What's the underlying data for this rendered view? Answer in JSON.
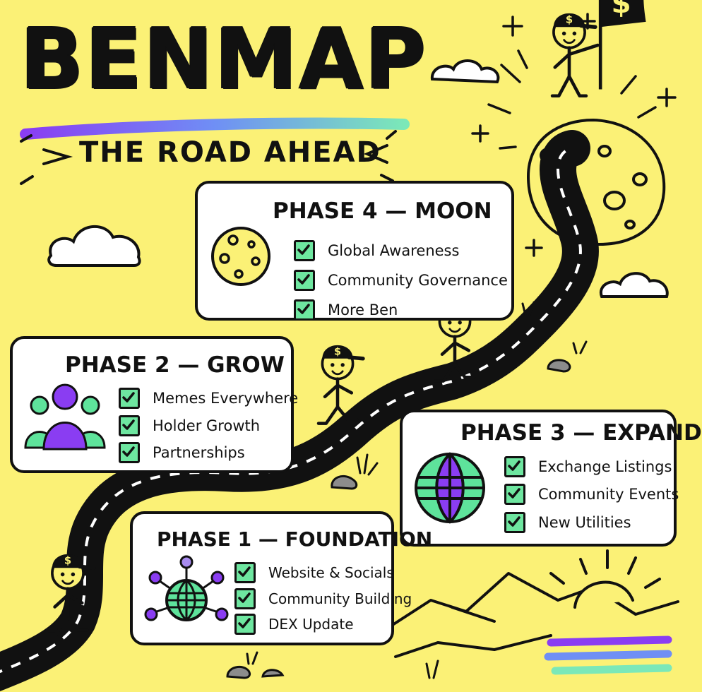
{
  "header": {
    "title": "BENMAP",
    "subtitle": "THE ROAD AHEAD"
  },
  "colors": {
    "background": "#fbf176",
    "ink": "#111111",
    "check": "#6ee6a0",
    "purple": "#8a3df2",
    "green": "#5ee39b",
    "road": "#111111"
  },
  "phases": [
    {
      "id": "phase-4",
      "title": "PHASE 4 — MOON",
      "icon": "moon-icon",
      "items": [
        "Global Awareness",
        "Community Governance",
        "More Ben"
      ]
    },
    {
      "id": "phase-2",
      "title": "PHASE 2 — GROW",
      "icon": "people-group-icon",
      "items": [
        "Memes Everywhere",
        "Holder Growth",
        "Partnerships"
      ]
    },
    {
      "id": "phase-3",
      "title": "PHASE 3 — EXPAND",
      "icon": "globe-icon",
      "items": [
        "Exchange Listings",
        "Community Events",
        "New Utilities"
      ]
    },
    {
      "id": "phase-1",
      "title": "PHASE 1 — FOUNDATION",
      "icon": "network-globe-icon",
      "items": [
        "Website & Socials",
        "Community Building",
        "DEX Update"
      ]
    }
  ],
  "flag_symbol": "$",
  "cap_symbol": "$"
}
